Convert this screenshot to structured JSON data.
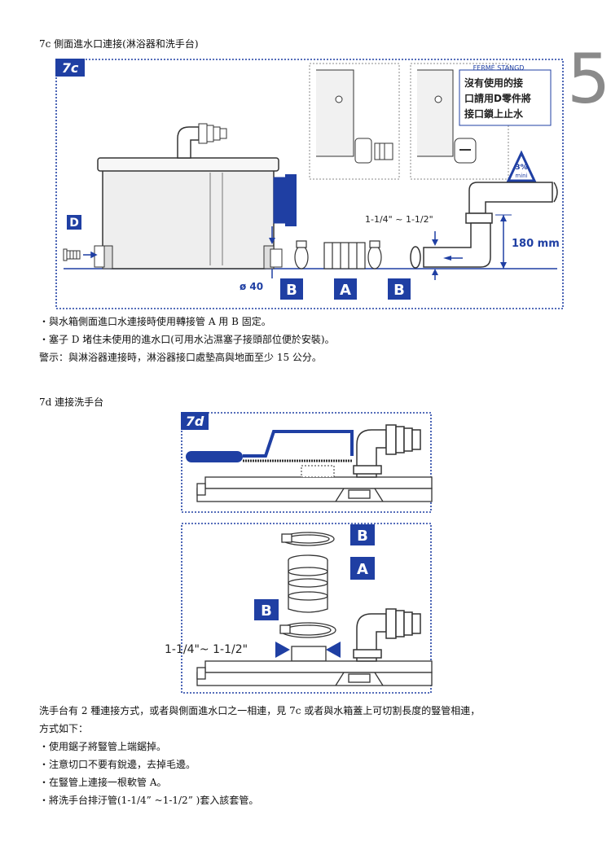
{
  "page_number": "5",
  "section_7c": {
    "heading": "7c 側面進水口連接(淋浴器和洗手台)",
    "fig_tag": "7c",
    "note_lines": [
      "沒有使用的接",
      "口請用D零件將",
      "接口鎖上止水"
    ],
    "fermé_label": "FERMÉ   STANGD",
    "slope_value": "3%",
    "slope_label": "mini",
    "size_label": "1-1/4\" ~ 1-1/2\"",
    "height_label": "180 mm",
    "diameter_label": "ø 40",
    "part_d": "D",
    "part_a": "A",
    "part_b": "B",
    "notes": [
      "・與水箱側面進口水連接時使用轉接管 A 用 B 固定。",
      "・塞子 D 堵住未使用的進水口(可用水沾濕塞子接頭部位便於安裝)。",
      "警示：與淋浴器連接時，淋浴器接口處墊高與地面至少 15 公分。"
    ]
  },
  "section_7d": {
    "heading": "7d 連接洗手台",
    "fig_tag": "7d",
    "part_a": "A",
    "part_b": "B",
    "size_label": "1-1/4\"~ 1-1/2\"",
    "intro_lines": [
      "洗手台有 2 種連接方式，或者與側面進水口之一相連，見 7c 或者與水箱蓋上可切割長度的豎管相連，",
      "方式如下："
    ],
    "steps": [
      "・使用鋸子將豎管上端鋸掉。",
      "・注意切口不要有銳邊，去掉毛邊。",
      "・在豎管上連接一根軟管 A。",
      "・將洗手台排汙管(1-1/4”  ~1-1/2” )套入該套管。"
    ]
  },
  "colors": {
    "brand_blue": "#1f3fa3",
    "line_gray": "#7a7a7a",
    "tint_blue": "#dfe6f5"
  }
}
